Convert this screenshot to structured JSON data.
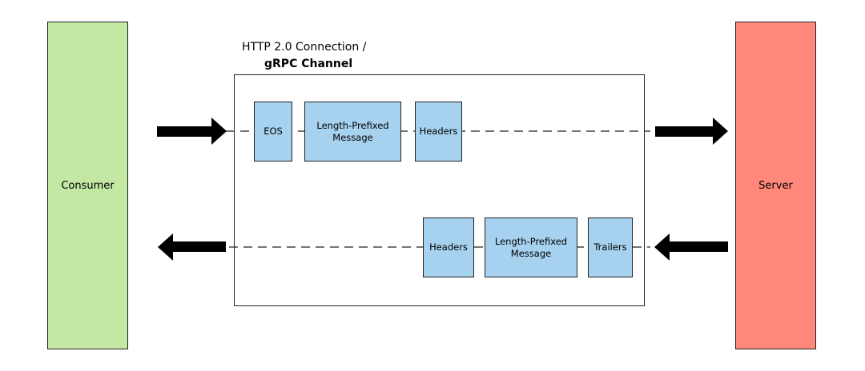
{
  "consumer": {
    "label": "Consumer",
    "color": "#c2e8a3"
  },
  "server": {
    "label": "Server",
    "color": "#ff887a"
  },
  "channel": {
    "title_line1": "HTTP 2.0 Connection /",
    "title_line2": "gRPC Channel"
  },
  "request_frames": [
    {
      "label": "EOS"
    },
    {
      "label": "Length-Prefixed Message"
    },
    {
      "label": "Headers"
    }
  ],
  "response_frames": [
    {
      "label": "Headers"
    },
    {
      "label": "Length-Prefixed Message"
    },
    {
      "label": "Trailers"
    }
  ],
  "frame_color": "#a6d1ef"
}
